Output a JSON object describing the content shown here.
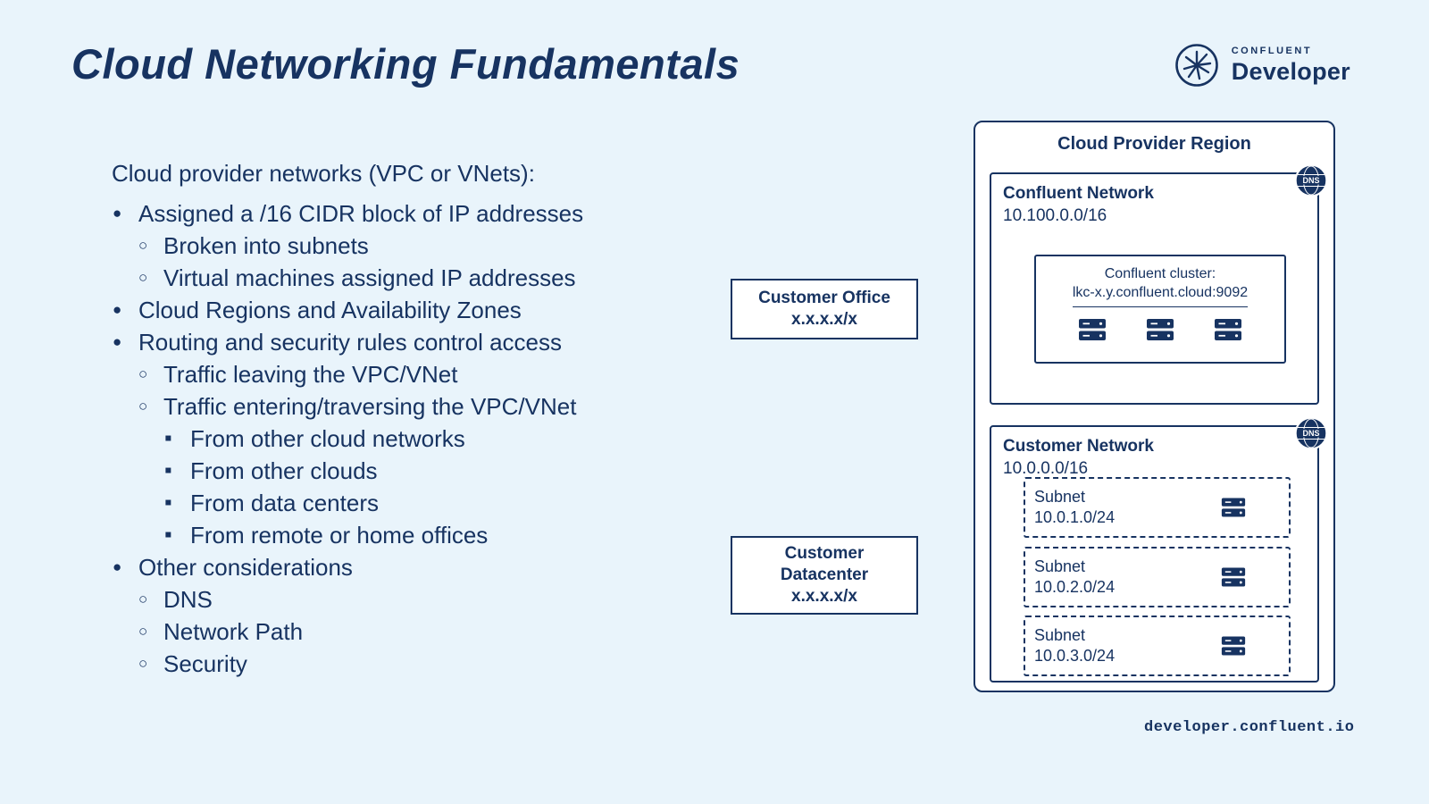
{
  "page": {
    "title": "Cloud Networking Fundamentals",
    "footer": "developer.confluent.io"
  },
  "brand": {
    "company": "CONFLUENT",
    "product": "Developer"
  },
  "content": {
    "intro": "Cloud provider networks (VPC or VNets):",
    "bullets": [
      {
        "level": 1,
        "text": "Assigned a /16 CIDR block of IP addresses"
      },
      {
        "level": 2,
        "text": "Broken into subnets"
      },
      {
        "level": 2,
        "text": "Virtual machines assigned IP addresses"
      },
      {
        "level": 1,
        "text": "Cloud Regions and Availability Zones"
      },
      {
        "level": 1,
        "text": "Routing and security rules control access"
      },
      {
        "level": 2,
        "text": "Traffic leaving the VPC/VNet"
      },
      {
        "level": 2,
        "text": "Traffic entering/traversing the VPC/VNet"
      },
      {
        "level": 3,
        "text": "From other cloud networks"
      },
      {
        "level": 3,
        "text": "From other clouds"
      },
      {
        "level": 3,
        "text": "From data centers"
      },
      {
        "level": 3,
        "text": "From remote or home offices"
      },
      {
        "level": 1,
        "text": "Other considerations"
      },
      {
        "level": 2,
        "text": "DNS"
      },
      {
        "level": 2,
        "text": "Network Path"
      },
      {
        "level": 2,
        "text": "Security"
      }
    ]
  },
  "diagram": {
    "customer_office": {
      "line1": "Customer Office",
      "line2": "x.x.x.x/x"
    },
    "customer_datacenter": {
      "line1": "Customer",
      "line2": "Datacenter",
      "line3": "x.x.x.x/x"
    },
    "region": {
      "title": "Cloud Provider Region"
    },
    "confluent_network": {
      "name": "Confluent Network",
      "cidr": "10.100.0.0/16",
      "dns": "DNS"
    },
    "cluster": {
      "line1": "Confluent cluster:",
      "line2": "lkc-x.y.confluent.cloud:9092"
    },
    "customer_network": {
      "name": "Customer Network",
      "cidr": "10.0.0.0/16",
      "dns": "DNS"
    },
    "subnets": [
      {
        "label": "Subnet",
        "cidr": "10.0.1.0/24"
      },
      {
        "label": "Subnet",
        "cidr": "10.0.2.0/24"
      },
      {
        "label": "Subnet",
        "cidr": "10.0.3.0/24"
      }
    ]
  },
  "colors": {
    "background": "#e9f4fb",
    "navy": "#173361",
    "white": "#ffffff"
  }
}
